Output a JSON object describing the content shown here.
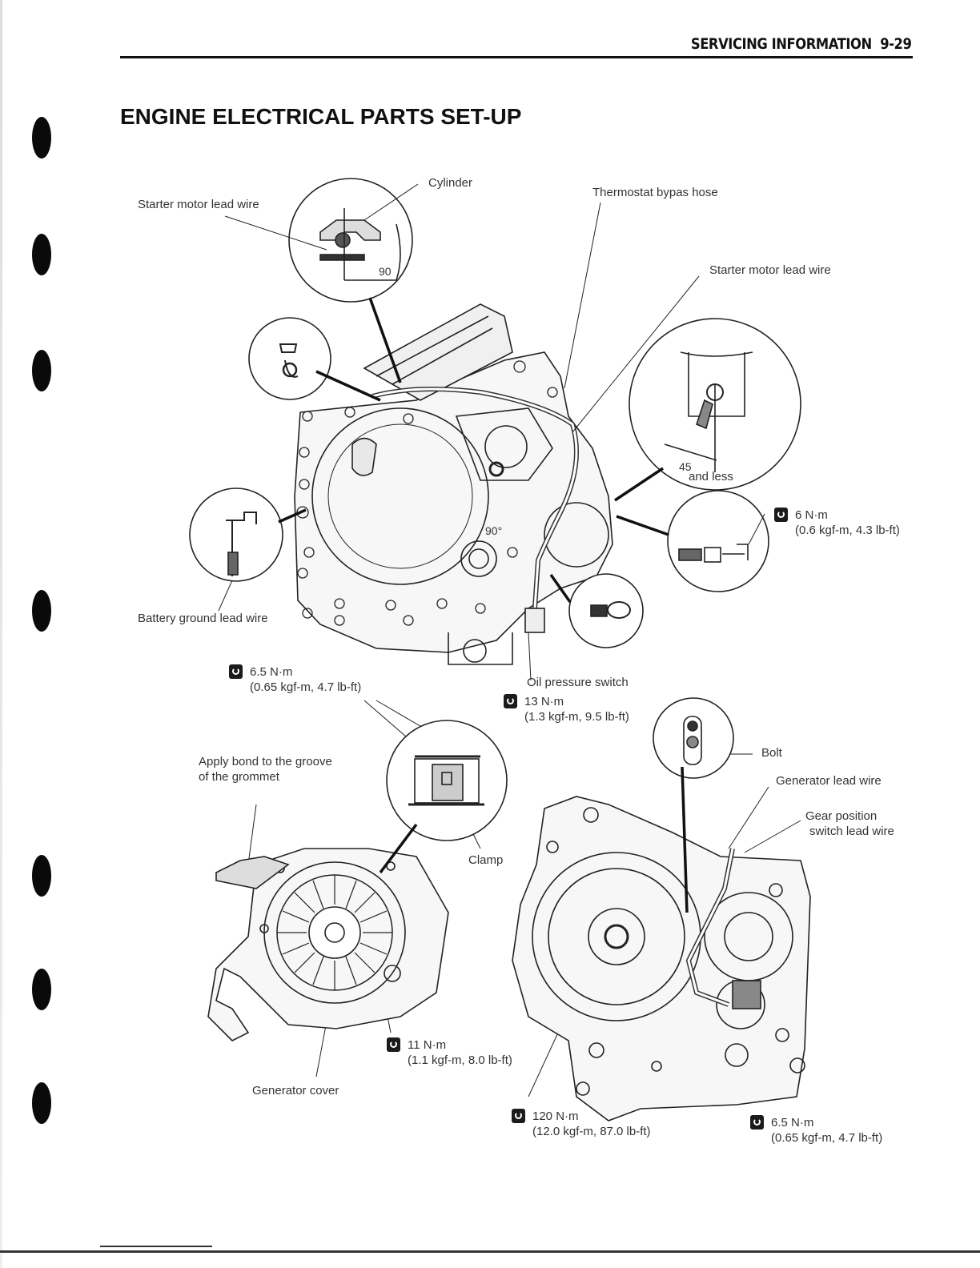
{
  "header": {
    "section": "SERVICING INFORMATION",
    "page": "9-29"
  },
  "title": "ENGINE ELECTRICAL PARTS SET-UP",
  "labels": {
    "cylinder": "Cylinder",
    "starter_lead_1": "Starter motor lead wire",
    "thermostat_hose": "Thermostat bypas hose",
    "starter_lead_2": "Starter motor lead wire",
    "battery_ground": "Battery ground lead wire",
    "oil_switch": "Oil pressure switch",
    "apply_bond_1": "Apply bond to the groove",
    "apply_bond_2": "of the grommet",
    "clamp": "Clamp",
    "bolt": "Bolt",
    "generator_lead": "Generator lead wire",
    "gear_pos_1": "Gear position",
    "gear_pos_2": "switch lead wire",
    "generator_cover": "Generator cover"
  },
  "angles": {
    "a90_top": "90",
    "a90_mid": "90°",
    "a45": "45",
    "and_less": "and less"
  },
  "torques": {
    "t6": {
      "nm": "6 N·m",
      "alt": "(0.6 kgf-m, 4.3 lb-ft)"
    },
    "t65a": {
      "nm": "6.5 N·m",
      "alt": "(0.65 kgf-m, 4.7 lb-ft)"
    },
    "t13": {
      "nm": "13 N·m",
      "alt": "(1.3 kgf-m, 9.5 lb-ft)"
    },
    "t11": {
      "nm": "11 N·m",
      "alt": "(1.1 kgf-m, 8.0 lb-ft)"
    },
    "t120": {
      "nm": "120 N·m",
      "alt": "(12.0 kgf-m, 87.0 lb-ft)"
    },
    "t65b": {
      "nm": "6.5 N·m",
      "alt": "(0.65 kgf-m, 4.7 lb-ft)"
    }
  },
  "colors": {
    "ink": "#222222",
    "fill": "#f4f4f4"
  },
  "icons": [
    "torque-wrench-icon"
  ]
}
